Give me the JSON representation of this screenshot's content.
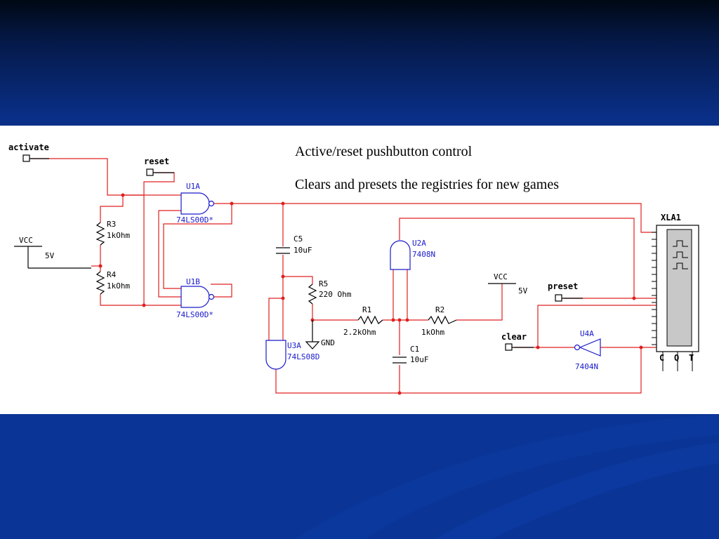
{
  "notes": {
    "line1": "Active/reset pushbutton control",
    "line2": "Clears and presets the registries for new games"
  },
  "schematic": {
    "inputs": {
      "activate": "activate",
      "reset": "reset",
      "preset": "preset",
      "clear": "clear"
    },
    "sources": [
      {
        "name": "VCC",
        "value": "5V"
      },
      {
        "name": "VCC",
        "value": "5V"
      }
    ],
    "resistors": [
      {
        "ref": "R3",
        "value": "1kOhm"
      },
      {
        "ref": "R4",
        "value": "1kOhm"
      },
      {
        "ref": "R5",
        "value": "220 Ohm"
      },
      {
        "ref": "R1",
        "value": "2.2kOhm"
      },
      {
        "ref": "R2",
        "value": "1kOhm"
      }
    ],
    "capacitors": [
      {
        "ref": "C5",
        "value": "10uF"
      },
      {
        "ref": "C1",
        "value": "10uF"
      }
    ],
    "gates": [
      {
        "ref": "U1A",
        "part": "74LS00D*"
      },
      {
        "ref": "U1B",
        "part": "74LS00D*"
      },
      {
        "ref": "U2A",
        "part": "7408N"
      },
      {
        "ref": "U3A",
        "part": "74LS08D"
      },
      {
        "ref": "U4A",
        "part": "7404N"
      }
    ],
    "ground": "GND",
    "analyzer": {
      "ref": "XLA1",
      "pins": [
        "C",
        "Q",
        "T"
      ]
    }
  }
}
